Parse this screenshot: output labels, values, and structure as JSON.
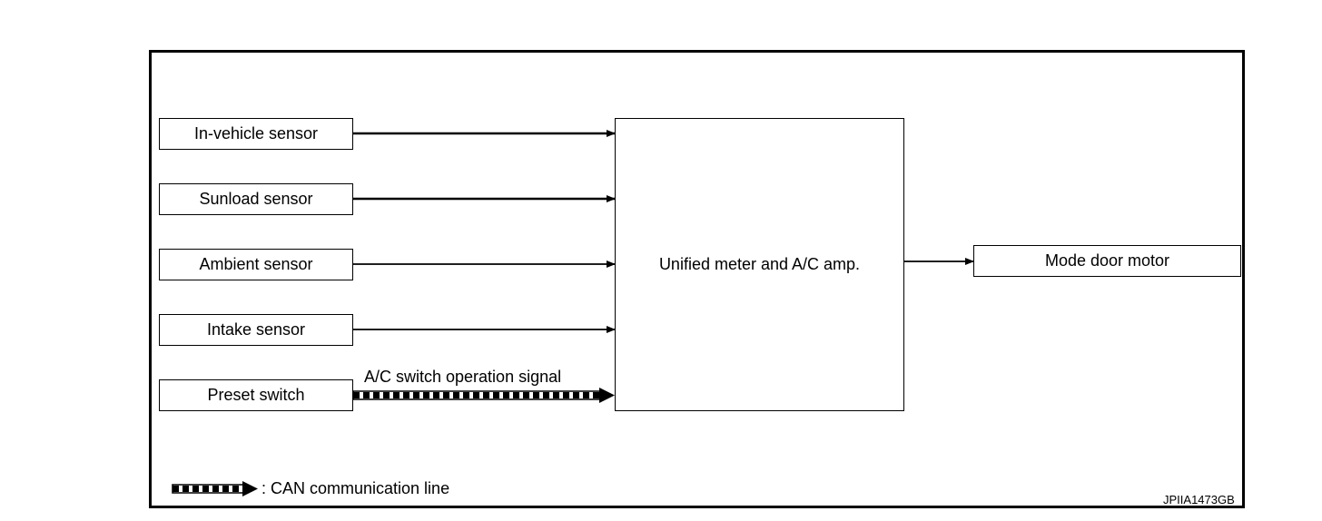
{
  "diagram": {
    "inputs": [
      {
        "label": "In-vehicle sensor"
      },
      {
        "label": "Sunload sensor"
      },
      {
        "label": "Ambient sensor"
      },
      {
        "label": "Intake sensor"
      },
      {
        "label": "Preset switch"
      }
    ],
    "controller": {
      "label": "Unified meter and A/C amp."
    },
    "output": {
      "label": "Mode door motor"
    },
    "signal_label": "A/C switch operation signal",
    "legend": {
      "text": ": CAN communication line"
    },
    "code": "JPIIA1473GB"
  }
}
